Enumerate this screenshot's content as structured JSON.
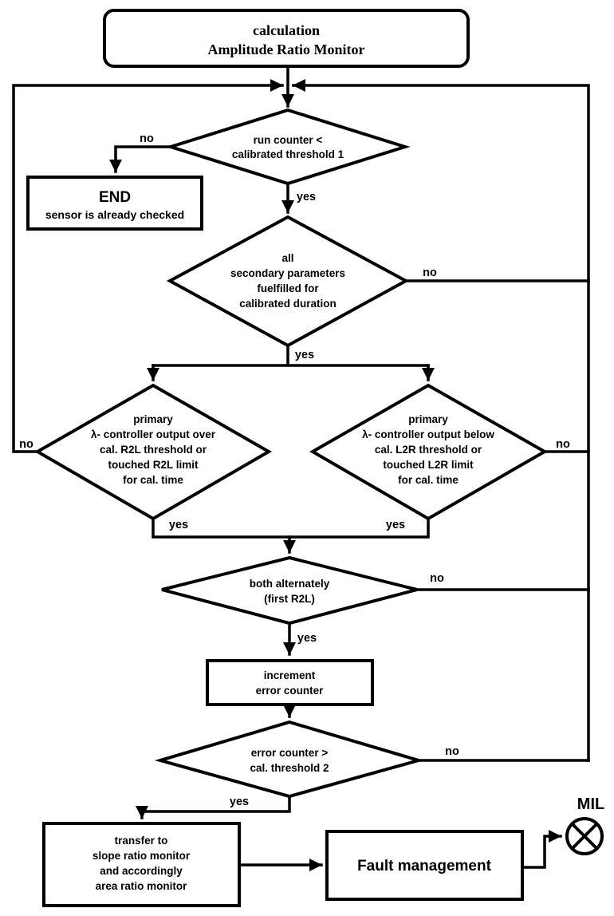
{
  "diagram_title": "calculation Amplitude Ratio Monitor",
  "colors": {
    "line": "#000000",
    "end_text": "#3333bb",
    "background": "#ffffff"
  },
  "nodes": {
    "start": {
      "type": "terminator",
      "lines": [
        "calculation",
        "Amplitude Ratio Monitor"
      ]
    },
    "run_counter": {
      "type": "decision",
      "lines": [
        "run counter <",
        "calibrated threshold 1"
      ]
    },
    "end": {
      "type": "process",
      "lines": [
        "END",
        "sensor is already checked"
      ]
    },
    "secondary": {
      "type": "decision",
      "lines": [
        "all",
        "secondary parameters",
        "fuelfilled for",
        "calibrated duration"
      ]
    },
    "lambda_r2l": {
      "type": "decision",
      "lines": [
        "primary",
        "λ- controller output over",
        "cal. R2L threshold or",
        "touched R2L limit",
        "for cal. time"
      ]
    },
    "lambda_l2r": {
      "type": "decision",
      "lines": [
        "primary",
        "λ- controller output below",
        "cal. L2R threshold or",
        "touched L2R limit",
        "for cal. time"
      ]
    },
    "both_alt": {
      "type": "decision",
      "lines": [
        "both alternately",
        "(first R2L)"
      ]
    },
    "increment": {
      "type": "process",
      "lines": [
        "increment",
        "error counter"
      ]
    },
    "error_counter": {
      "type": "decision",
      "lines": [
        "error counter >",
        "cal. threshold 2"
      ]
    },
    "transfer": {
      "type": "process",
      "lines": [
        "transfer to",
        "slope ratio monitor",
        "and accordingly",
        "area ratio monitor"
      ]
    },
    "fault": {
      "type": "process",
      "lines": [
        "Fault management"
      ]
    },
    "mil": {
      "type": "indicator",
      "label": "MIL",
      "icon": "lamp-x-icon"
    }
  },
  "edges": [
    {
      "from": "start",
      "to": "run_counter",
      "label": ""
    },
    {
      "from": "run_counter",
      "to": "end",
      "label": "no"
    },
    {
      "from": "run_counter",
      "to": "secondary",
      "label": "yes"
    },
    {
      "from": "secondary",
      "to": "loop-junction",
      "label": "no"
    },
    {
      "from": "secondary",
      "to": "lambda-split",
      "label": "yes"
    },
    {
      "from": "lambda_r2l",
      "to": "loop-junction",
      "label": "no"
    },
    {
      "from": "lambda_r2l",
      "to": "both_alt",
      "label": "yes"
    },
    {
      "from": "lambda_l2r",
      "to": "loop-junction",
      "label": "no"
    },
    {
      "from": "lambda_l2r",
      "to": "both_alt",
      "label": "yes"
    },
    {
      "from": "both_alt",
      "to": "loop-junction",
      "label": "no"
    },
    {
      "from": "both_alt",
      "to": "increment",
      "label": "yes"
    },
    {
      "from": "increment",
      "to": "error_counter",
      "label": ""
    },
    {
      "from": "error_counter",
      "to": "loop-junction",
      "label": "no"
    },
    {
      "from": "error_counter",
      "to": "transfer",
      "label": "yes"
    },
    {
      "from": "transfer",
      "to": "fault",
      "label": ""
    },
    {
      "from": "fault",
      "to": "mil",
      "label": ""
    }
  ]
}
